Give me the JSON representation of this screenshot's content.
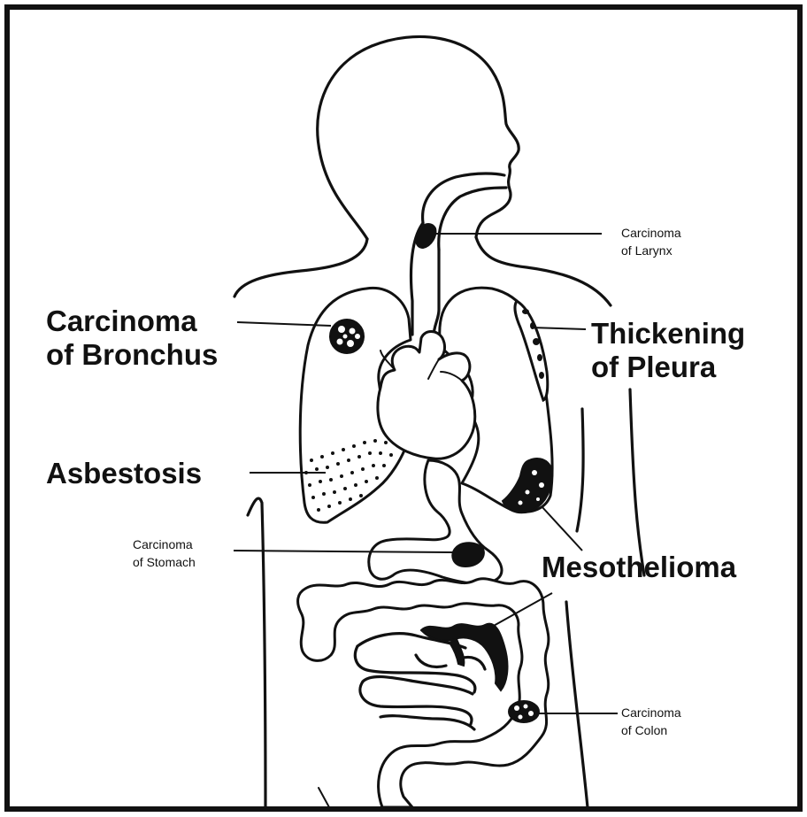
{
  "labels": {
    "carcinoma_bronchus_line1": "Carcinoma",
    "carcinoma_bronchus_line2": "of Bronchus",
    "thickening_pleura_line1": "Thickening",
    "thickening_pleura_line2": "of Pleura",
    "asbestosis": "Asbestosis",
    "mesothelioma": "Mesothelioma",
    "carcinoma_larynx_line1": "Carcinoma",
    "carcinoma_larynx_line2": "of Larynx",
    "carcinoma_stomach_line1": "Carcinoma",
    "carcinoma_stomach_line2": "of Stomach",
    "carcinoma_colon_line1": "Carcinoma",
    "carcinoma_colon_line2": "of Colon"
  },
  "colors": {
    "ink": "#111111",
    "background": "#ffffff"
  }
}
